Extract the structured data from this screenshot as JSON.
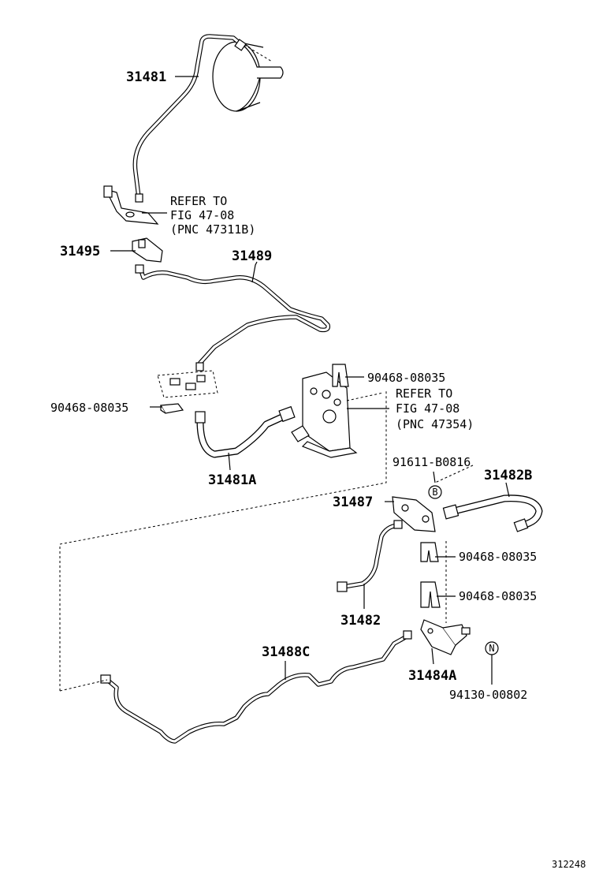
{
  "labels": {
    "p31481": "31481",
    "p31495": "31495",
    "p31489": "31489",
    "p90468_a": "90468-08035",
    "p90468_b": "90468-08035",
    "p90468_c": "90468-08035",
    "p90468_d": "90468-08035",
    "p31481A": "31481A",
    "p91611": "91611-B0816",
    "p31482B": "31482B",
    "p31487": "31487",
    "p31482": "31482",
    "p31488C": "31488C",
    "p31484A": "31484A",
    "p94130": "94130-00802"
  },
  "refer1": {
    "line1": "REFER TO",
    "line2": "FIG 47-08",
    "line3": "(PNC 47311B)"
  },
  "refer2": {
    "line1": "REFER TO",
    "line2": "FIG 47-08",
    "line3": "(PNC 47354)"
  },
  "markers": {
    "b": "B",
    "n": "N"
  },
  "figure_id": "312248"
}
